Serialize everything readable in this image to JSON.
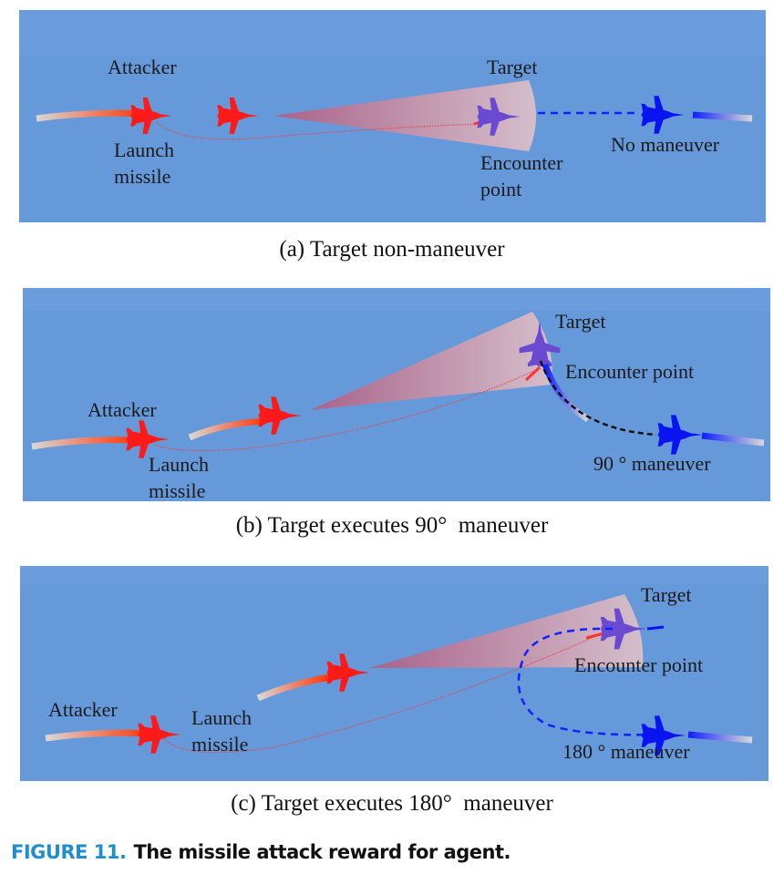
{
  "colors": {
    "sky": "#6699da",
    "attacker": "#ff1a1a",
    "target": "#0a14f0",
    "target_at_encounter": "#6a4ad0",
    "missile_path": "#e04a4a",
    "attack_cone": "#d08c9a",
    "figure_label_accent": "#1f8ecf"
  },
  "panels": [
    {
      "id": "a",
      "caption": "(a) Target non-maneuver",
      "labels": {
        "attacker": "Attacker",
        "launch": [
          "Launch",
          "missile"
        ],
        "target": "Target",
        "encounter": [
          "Encounter",
          "point"
        ],
        "maneuver": "No maneuver"
      }
    },
    {
      "id": "b",
      "caption": "(b) Target executes 90° maneuver",
      "labels": {
        "attacker": "Attacker",
        "launch": [
          "Launch",
          "missile"
        ],
        "target": "Target",
        "encounter": [
          "Encounter point"
        ],
        "maneuver": "90 ° maneuver"
      }
    },
    {
      "id": "c",
      "caption": "(c) Target executes 180° maneuver",
      "labels": {
        "attacker": "Attacker",
        "launch": [
          "Launch",
          "missile"
        ],
        "target": "Target",
        "encounter": [
          "Encounter point"
        ],
        "maneuver": "180 ° maneuver"
      }
    }
  ],
  "figure": {
    "number": "FIGURE 11.",
    "title": "The missile attack reward for agent."
  }
}
